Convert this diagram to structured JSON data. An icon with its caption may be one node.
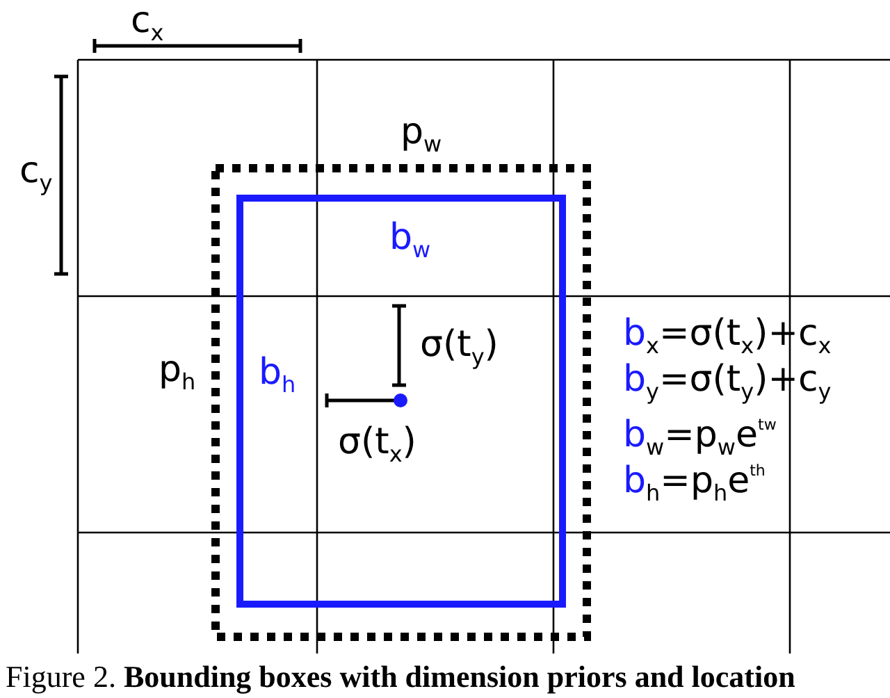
{
  "diagram": {
    "caption": "Figure 2. **Bounding boxes with dimension priors and location**",
    "nodes": [
      {
        "text": [
          "p$_{w}$",
          "p$_{h}$"
        ]
      },
      {
        "text": [
          "b$_{w}$",
          "b$_{h}$"
        ],
        "in": 0
      }
    ],
    "labels": [
      "c$_{x}$",
      "c$_{y}$",
      "σ(t$_{y}$)",
      "σ(t$_{x}$)",
      "b$_{x}$=σ(t$_{x}$)+c$_{x}$",
      "b$_{y}$=σ(t$_{y}$)+c$_{y}$",
      "b$_{w}$=p$_{w}$e$^{tw}$",
      "b$_{h}$=p$_{h}$e$^{th}$"
    ]
  }
}
